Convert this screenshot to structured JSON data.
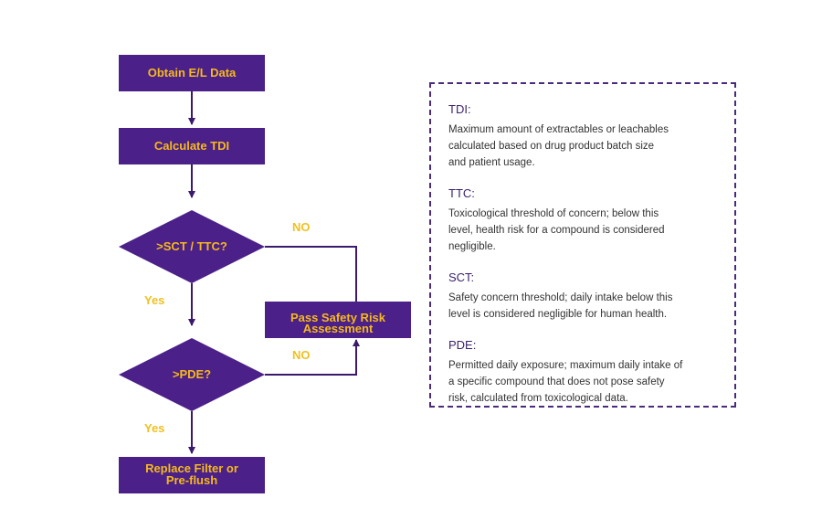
{
  "colors": {
    "box_fill": "#4b2088",
    "label_text": "#f5b91d",
    "line": "#3b1a6e",
    "legend_border": "#4a2a7e",
    "term_title": "#3a1f6b"
  },
  "flowchart": {
    "obtain": "Obtain E/L Data",
    "calculate": "Calculate TDI",
    "decision_sct": ">SCT / TTC?",
    "decision_pde": ">PDE?",
    "replace_line1": "Replace Filter or",
    "replace_line2": "Pre-flush",
    "pass_line1": "Pass Safety Risk",
    "pass_line2": "Assessment",
    "no_label_1": "NO",
    "no_label_2": "NO",
    "yes_label_1": "Yes",
    "yes_label_2": "Yes"
  },
  "legend": {
    "terms": [
      {
        "title": "TDI:",
        "lines": [
          "Maximum amount of extractables or leachables",
          "calculated based on drug product batch size",
          "and patient usage."
        ]
      },
      {
        "title": "TTC:",
        "lines": [
          "Toxicological threshold of concern; below this",
          "level, health risk for a compound is considered",
          "negligible."
        ]
      },
      {
        "title": "SCT:",
        "lines": [
          "Safety concern threshold; daily intake below this",
          "level is considered negligible for human health."
        ]
      },
      {
        "title": "PDE:",
        "lines": [
          "Permitted daily exposure; maximum daily intake of",
          "a specific compound that does not pose safety",
          "risk, calculated from toxicological data."
        ]
      }
    ]
  }
}
